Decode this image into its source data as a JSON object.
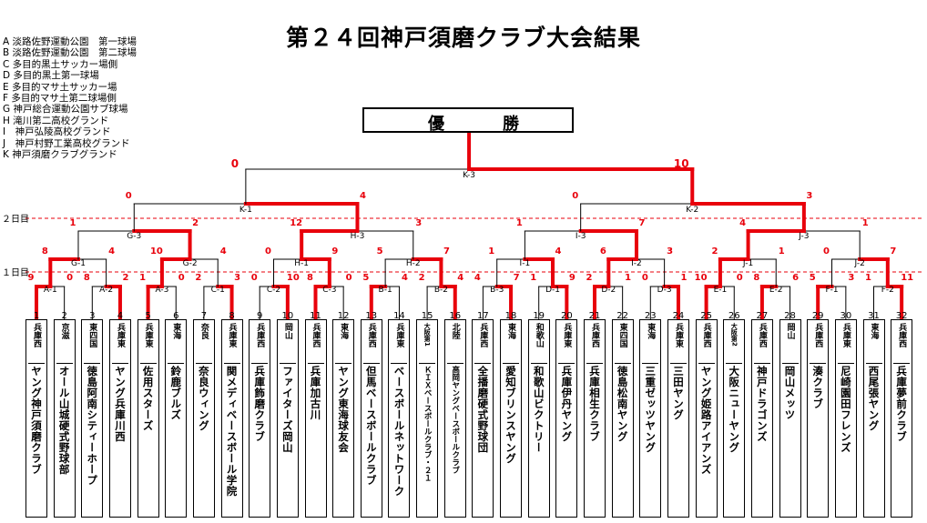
{
  "title": "第２４回神戸須磨クラブ大会結果",
  "venues": [
    "A 淡路佐野運動公園　第一球場",
    "B 淡路佐野運動公園　第二球場",
    "C 多目的黒土サッカー場側",
    "D 多目的黒土第一球場",
    "E 多目的マサ土サッカー場",
    "F 多目的マサ土第二球場側",
    "G 神戸総合運動公園サブ球場",
    "H 滝川第二高校グランド",
    "I　神戸弘陵高校グランド",
    "J　神戸村野工業高校グランド",
    "K 神戸須磨クラブグランド"
  ],
  "winner_label_1": "優",
  "winner_label_2": "勝",
  "day_labels": [
    "２日目",
    "１日目"
  ],
  "colors": {
    "win": "#e8000b",
    "line": "#000000",
    "dashed": "#e8000b"
  },
  "teams": [
    {
      "num": "1",
      "pref": "兵庫西",
      "name": "ヤング神戸須磨クラブ"
    },
    {
      "num": "2",
      "pref": "京滋",
      "name": "オール山城硬式野球部"
    },
    {
      "num": "3",
      "pref": "東四国",
      "name": "徳島阿南シティーホープ"
    },
    {
      "num": "4",
      "pref": "兵庫東",
      "name": "ヤング兵庫川西"
    },
    {
      "num": "5",
      "pref": "兵庫東",
      "name": "佐用スターズ"
    },
    {
      "num": "6",
      "pref": "東海",
      "name": "鈴鹿ブルズ"
    },
    {
      "num": "7",
      "pref": "奈良",
      "name": "奈良ウィング"
    },
    {
      "num": "8",
      "pref": "兵庫東",
      "name": "関メディベースボール学院"
    },
    {
      "num": "9",
      "pref": "兵庫西",
      "name": "兵庫飾磨クラブ"
    },
    {
      "num": "10",
      "pref": "岡山",
      "name": "ファイターズ岡山"
    },
    {
      "num": "11",
      "pref": "兵庫西",
      "name": "兵庫加古川"
    },
    {
      "num": "12",
      "pref": "東海",
      "name": "ヤング東海球友会"
    },
    {
      "num": "13",
      "pref": "兵庫西",
      "name": "但馬ベースボールクラブ"
    },
    {
      "num": "14",
      "pref": "兵庫東",
      "name": "ベースボールネットワーク"
    },
    {
      "num": "15",
      "pref": "大阪第1",
      "name": "ＫＩＸベースボールクラブ・２１",
      "small": true
    },
    {
      "num": "16",
      "pref": "北陸",
      "name": "高岡ヤングベースボールクラブ",
      "small": true
    },
    {
      "num": "17",
      "pref": "兵庫西",
      "name": "全播磨硬式野球団"
    },
    {
      "num": "18",
      "pref": "東海",
      "name": "愛知ブリンスヤング"
    },
    {
      "num": "19",
      "pref": "和歌山",
      "name": "和歌山ビクトリー"
    },
    {
      "num": "20",
      "pref": "兵庫東",
      "name": "兵庫伊丹ヤング"
    },
    {
      "num": "21",
      "pref": "兵庫西",
      "name": "兵庫相生クラブ"
    },
    {
      "num": "22",
      "pref": "東四国",
      "name": "徳島松南ヤング"
    },
    {
      "num": "23",
      "pref": "東海",
      "name": "三重ゼッツヤング"
    },
    {
      "num": "24",
      "pref": "兵庫東",
      "name": "三田ヤング"
    },
    {
      "num": "25",
      "pref": "兵庫西",
      "name": "ヤング姫路アイアンズ"
    },
    {
      "num": "26",
      "pref": "大阪第2",
      "name": "大阪ニューヤング"
    },
    {
      "num": "27",
      "pref": "兵庫西",
      "name": "神戸ドラゴンズ"
    },
    {
      "num": "28",
      "pref": "岡山",
      "name": "岡山メッツ"
    },
    {
      "num": "29",
      "pref": "兵庫西",
      "name": "湊クラブ"
    },
    {
      "num": "30",
      "pref": "兵庫東",
      "name": "尼崎園田フレンズ"
    },
    {
      "num": "31",
      "pref": "東海",
      "name": "西尾張ヤング"
    },
    {
      "num": "32",
      "pref": "兵庫西",
      "name": "兵庫夢前クラブ"
    }
  ],
  "rounds": {
    "r1": [
      {
        "label": "A-1",
        "s": [
          "9",
          "0"
        ],
        "w": 0
      },
      {
        "label": "A-2",
        "s": [
          "8",
          "2"
        ],
        "w": 1
      },
      {
        "label": "A-3",
        "s": [
          "1",
          "0"
        ],
        "w": 0
      },
      {
        "label": "C-1",
        "s": [
          "2",
          "3"
        ],
        "w": 1
      },
      {
        "label": "C-2",
        "s": [
          "0",
          "10"
        ],
        "w": 1
      },
      {
        "label": "C-3",
        "s": [
          "8",
          "0"
        ],
        "w": 0
      },
      {
        "label": "B-1",
        "s": [
          "5",
          "4"
        ],
        "w": 0
      },
      {
        "label": "B-2",
        "s": [
          "2",
          "4"
        ],
        "w": 1
      },
      {
        "label": "B-3",
        "s": [
          "4",
          "7"
        ],
        "w": 1
      },
      {
        "label": "D-1",
        "s": [
          "1",
          "9"
        ],
        "w": 1
      },
      {
        "label": "D-2",
        "s": [
          "2",
          "1"
        ],
        "w": 0
      },
      {
        "label": "D-3",
        "s": [
          "0",
          "1"
        ],
        "w": 1
      },
      {
        "label": "E-1",
        "s": [
          "10",
          "0"
        ],
        "w": 0
      },
      {
        "label": "E-2",
        "s": [
          "8",
          "6"
        ],
        "w": 0
      },
      {
        "label": "F-1",
        "s": [
          "5",
          "3"
        ],
        "w": 0
      },
      {
        "label": "F-2",
        "s": [
          "1",
          "11"
        ],
        "w": 1
      }
    ],
    "r2": [
      {
        "label": "G-1",
        "s": [
          "8",
          "4"
        ],
        "w": 0
      },
      {
        "label": "G-2",
        "s": [
          "10",
          "4"
        ],
        "w": 0
      },
      {
        "label": "H-1",
        "s": [
          "0",
          "9"
        ],
        "w": 1
      },
      {
        "label": "H-2",
        "s": [
          "5",
          "7"
        ],
        "w": 1
      },
      {
        "label": "I-1",
        "s": [
          "1",
          "4"
        ],
        "w": 1
      },
      {
        "label": "I-2",
        "s": [
          "6",
          "3"
        ],
        "w": 0
      },
      {
        "label": "J-1",
        "s": [
          "2",
          "1"
        ],
        "w": 0
      },
      {
        "label": "J-2",
        "s": [
          "0",
          "7"
        ],
        "w": 1
      }
    ],
    "r3": [
      {
        "label": "G-3",
        "s": [
          "1",
          "2"
        ],
        "w": 1
      },
      {
        "label": "H-3",
        "s": [
          "12",
          "3"
        ],
        "w": 0
      },
      {
        "label": "I-3",
        "s": [
          "1",
          "7"
        ],
        "w": 1
      },
      {
        "label": "J-3",
        "s": [
          "4",
          "1"
        ],
        "w": 0
      }
    ],
    "r4": [
      {
        "label": "K-1",
        "s": [
          "0",
          "4"
        ],
        "w": 1
      },
      {
        "label": "K-2",
        "s": [
          "0",
          "3"
        ],
        "w": 1
      }
    ],
    "final": {
      "label": "K-3",
      "s": [
        "0",
        "10"
      ],
      "w": 1
    }
  }
}
